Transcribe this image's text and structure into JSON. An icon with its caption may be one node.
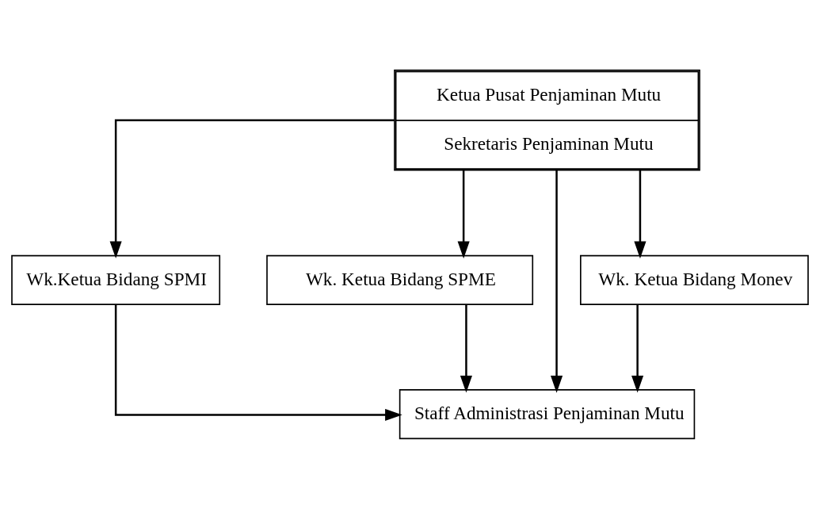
{
  "diagram": {
    "nodes": [
      {
        "text": [
          "Ketua Pusat Penjaminan Mutu",
          "Sekretaris Penjaminan Mutu"
        ]
      },
      {
        "text": [
          "Wk.Ketua Bidang SPMI"
        ]
      },
      {
        "text": [
          "Wk. Ketua Bidang SPME"
        ]
      },
      {
        "text": [
          "Wk. Ketua Bidang Monev"
        ]
      },
      {
        "text": [
          "Staff Administrasi Penjaminan Mutu"
        ]
      }
    ],
    "edges": [
      {
        "from": 0,
        "to": 1,
        "arrow": "to"
      },
      {
        "from": 0,
        "to": 2,
        "arrow": "to"
      },
      {
        "from": 0,
        "to": 3,
        "arrow": "to"
      },
      {
        "from": 0,
        "to": 4,
        "arrow": "to"
      },
      {
        "from": 1,
        "to": 4,
        "arrow": "to"
      },
      {
        "from": 2,
        "to": 4,
        "arrow": "to"
      },
      {
        "from": 3,
        "to": 4,
        "arrow": "to"
      }
    ]
  }
}
